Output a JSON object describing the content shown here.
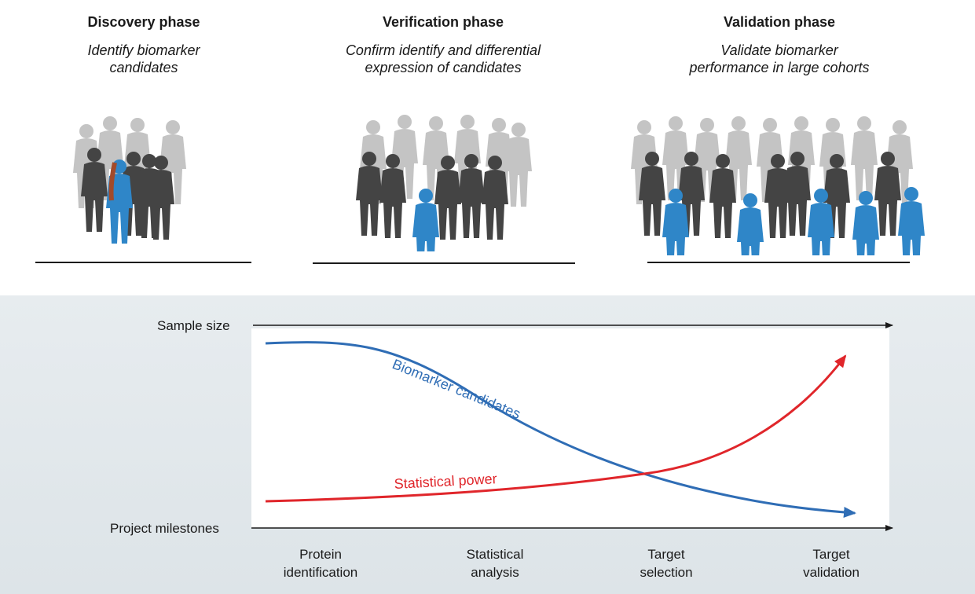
{
  "phases": [
    {
      "title": "Discovery phase",
      "subtitle": "Identify biomarker\ncandidates"
    },
    {
      "title": "Verification phase",
      "subtitle": "Confirm identify and differential\nexpression of candidates"
    },
    {
      "title": "Validation phase",
      "subtitle": "Validate biomarker\nperformance in large cohorts"
    }
  ],
  "diagram": {
    "top_axis_label": "Sample size",
    "bottom_axis_label": "Project milestones",
    "curve_blue_label": "Biomarker candidates",
    "curve_red_label": "Statistical power",
    "milestones": [
      "Protein\nidentification",
      "Statistical\nanalysis",
      "Target\nselection",
      "Target\nvalidation"
    ]
  },
  "colors": {
    "highlight_person": "#2f86c8",
    "crowd_dark": "#3d3d3d",
    "crowd_light": "#b9b9b9",
    "blue_curve": "#2f6db5",
    "red_curve": "#e0262b",
    "panel_bg": "#e3e9ec"
  }
}
